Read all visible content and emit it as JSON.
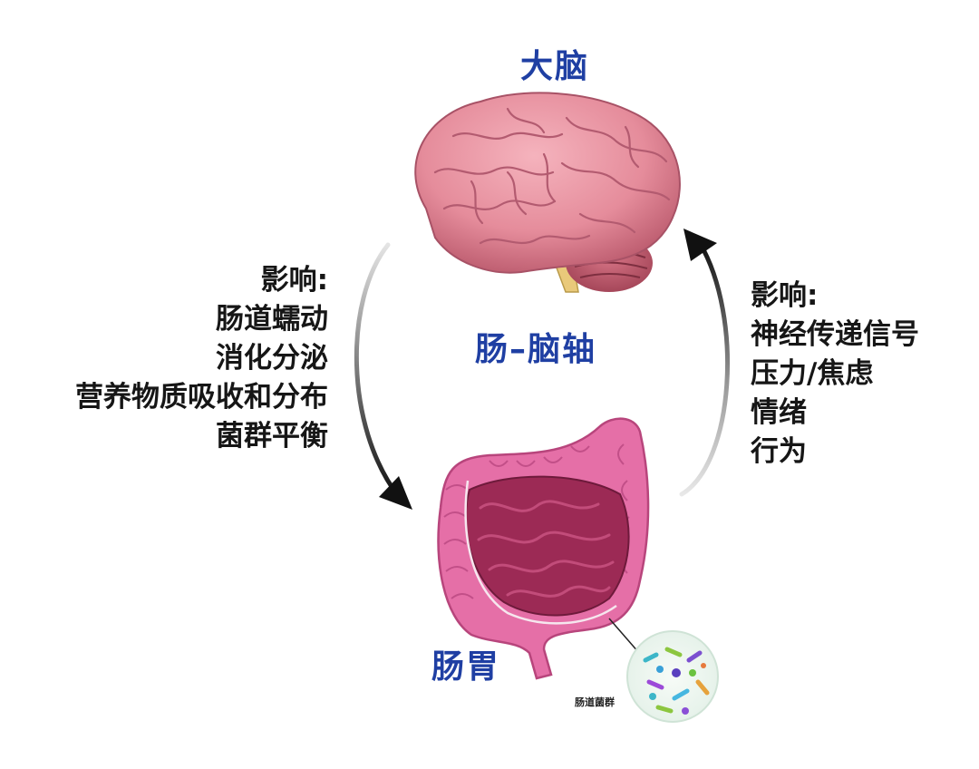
{
  "labels": {
    "brain": "大脑",
    "axis": "肠–脑轴",
    "gut": "肠胃",
    "microbiota": "肠道菌群"
  },
  "left_block": {
    "heading": "影响:",
    "items": [
      "肠道蠕动",
      "消化分泌",
      "营养物质吸收和分布",
      "菌群平衡"
    ]
  },
  "right_block": {
    "heading": "影响:",
    "items": [
      "神经传递信号",
      "压力/焦虑",
      "情绪",
      "行为"
    ]
  },
  "colors": {
    "label_blue": "#1f3fa3",
    "brain_pink": "#e8899a",
    "colon_pink": "#e56fa7",
    "small_intestine": "#9c2a55",
    "arrow_dark": "#1a1a1a"
  },
  "icons": {
    "brain": "brain-illustration",
    "gut": "intestine-illustration",
    "bacteria": "bacteria-circle"
  }
}
